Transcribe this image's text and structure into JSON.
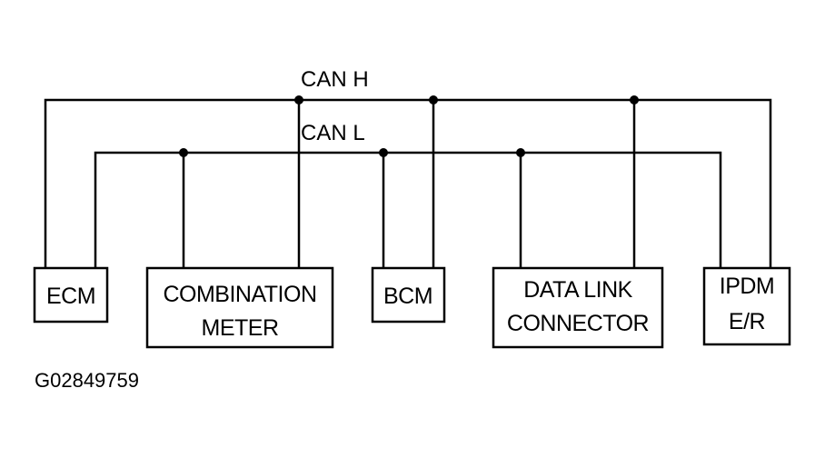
{
  "bus": {
    "can_h_label": "CAN H",
    "can_l_label": "CAN L"
  },
  "modules": {
    "ecm": {
      "line1": "ECM"
    },
    "combination_meter": {
      "line1": "COMBINATION",
      "line2": "METER"
    },
    "bcm": {
      "line1": "BCM"
    },
    "data_link_connector": {
      "line1": "DATA LINK",
      "line2": "CONNECTOR"
    },
    "ipdm": {
      "line1": "IPDM",
      "line2": "E/R"
    }
  },
  "figure_id": "G02849759"
}
